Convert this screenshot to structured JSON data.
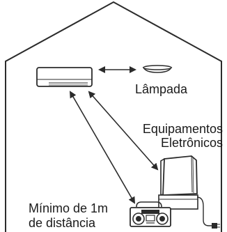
{
  "labels": {
    "lamp": "Lâmpada",
    "equipment_line1": "Equipamentos",
    "equipment_line2": "Eletrônicos",
    "distance_line1": "Mínimo de 1m",
    "distance_line2": "de distância"
  },
  "colors": {
    "line": "#2b2b2b",
    "background": "#ffffff"
  },
  "icons": [
    "air-conditioner-icon",
    "ceiling-lamp-icon",
    "television-icon",
    "radio-boombox-icon",
    "power-plug-icon"
  ]
}
